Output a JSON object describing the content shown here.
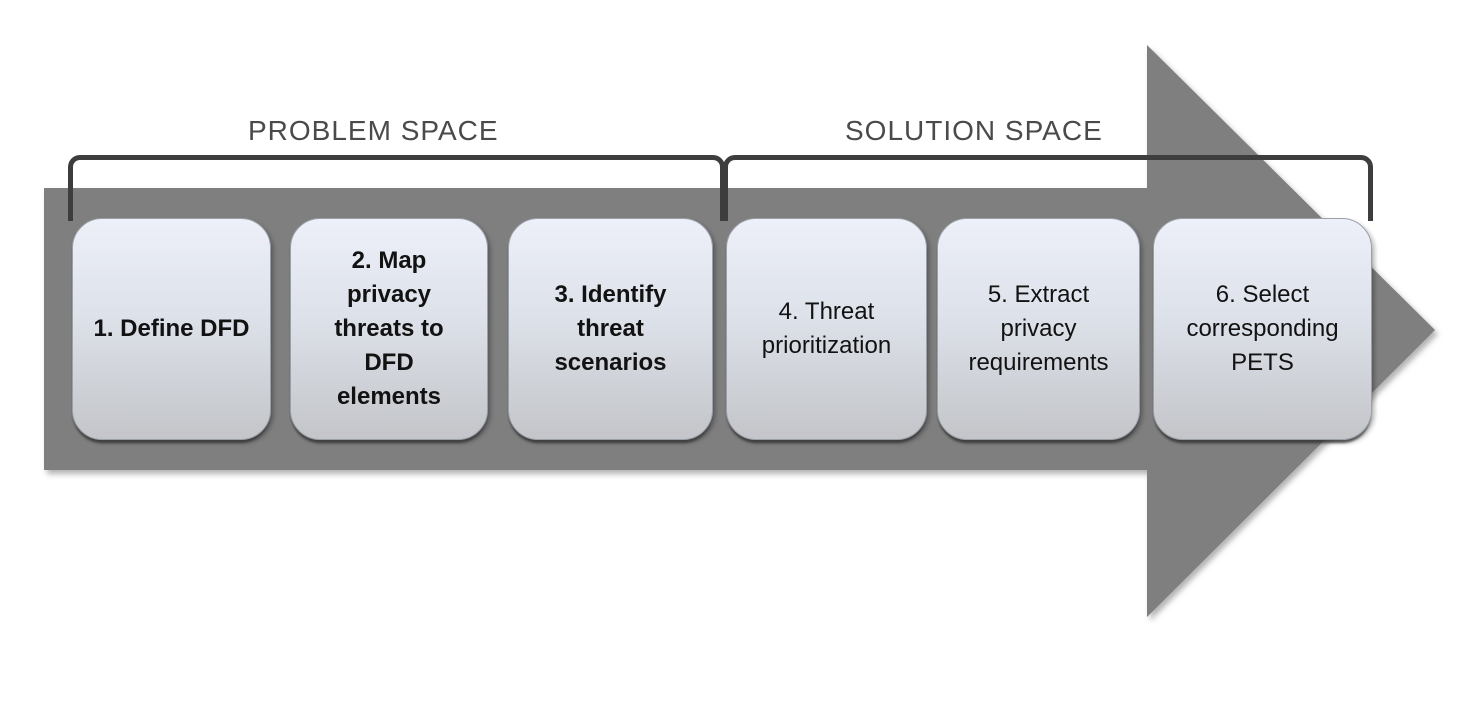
{
  "diagram": {
    "type": "process-flow",
    "sections": [
      {
        "label": "PROBLEM SPACE",
        "covers_steps": [
          1,
          2,
          3
        ]
      },
      {
        "label": "SOLUTION SPACE",
        "covers_steps": [
          4,
          5,
          6
        ]
      }
    ],
    "steps": [
      {
        "label": "1. Define DFD",
        "bold": true
      },
      {
        "label": "2. Map\nprivacy\nthreats to\nDFD\nelements",
        "bold": true
      },
      {
        "label": "3. Identify\nthreat\nscenarios",
        "bold": true
      },
      {
        "label": "4. Threat\nprioritization",
        "bold": false
      },
      {
        "label": "5. Extract\nprivacy\nrequirements",
        "bold": false
      },
      {
        "label": "6. Select\ncorresponding\nPETS",
        "bold": false
      }
    ],
    "colors": {
      "arrow": "#7f7f7f",
      "bracket": "#3d3d3d",
      "section_label": "#4a4a4a",
      "box_text": "#121212",
      "box_top": "#edf0f8",
      "box_bottom": "#c3c5c9"
    }
  }
}
